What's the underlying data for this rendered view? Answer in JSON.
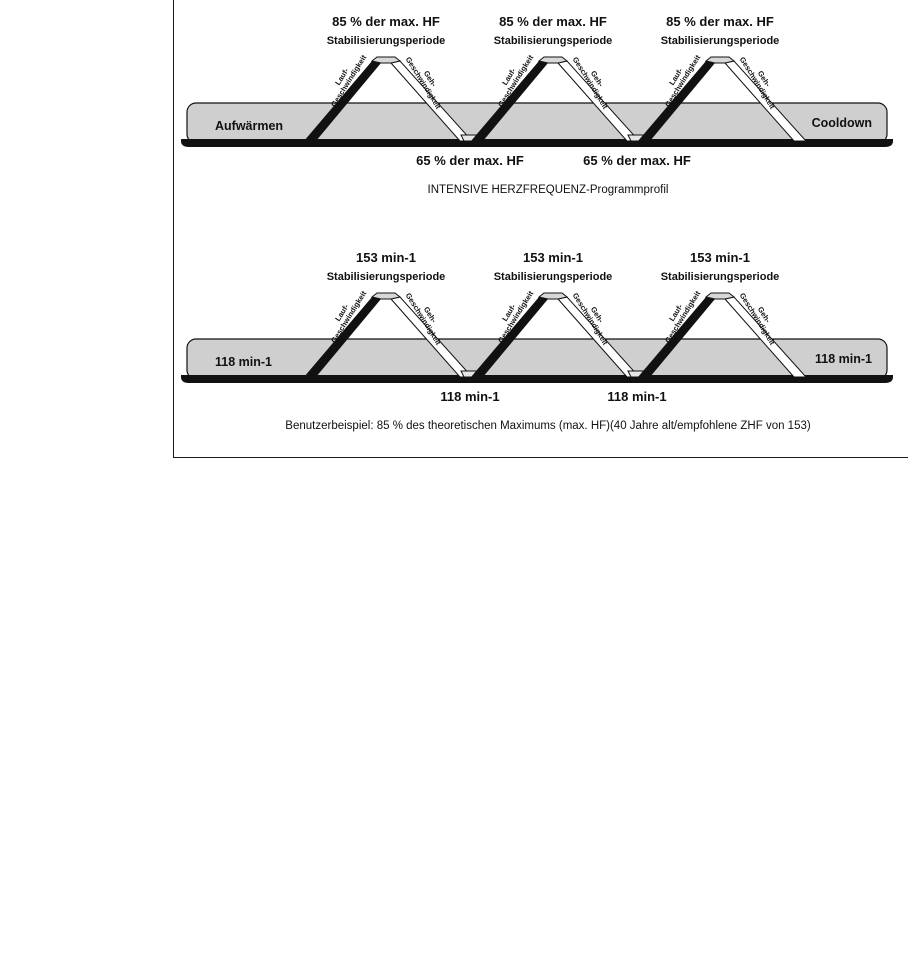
{
  "panel_top": {
    "band_left": "Aufwärmen",
    "band_right": "Cooldown",
    "peak_value": "85 % der max. HF",
    "peak_sub": "Stabilisierungsperiode",
    "valley_value": "65 % der max. HF",
    "run_speed": "Lauf-\nGeschwindigkeit",
    "walk_speed": "Geh-\nGeschwindigkeit",
    "caption": "INTENSIVE HERZFREQUENZ-Programmprofil"
  },
  "panel_bottom": {
    "band_left": "118 min-1",
    "band_right": "118 min-1",
    "peak_value": "153 min-1",
    "peak_sub": "Stabilisierungsperiode",
    "valley_value": "118 min-1",
    "run_speed": "Lauf-\nGeschwindigkeit",
    "walk_speed": "Geh-\nGeschwindigkeit",
    "caption": "Benutzerbeispiel: 85 % des theoretischen Maximums (max. HF)(40 Jahre alt/empfohlene ZHF von 153)"
  },
  "colors": {
    "band_fill": "#cfcfcf",
    "ink": "#111111",
    "ramp_light": "#ffffff"
  }
}
